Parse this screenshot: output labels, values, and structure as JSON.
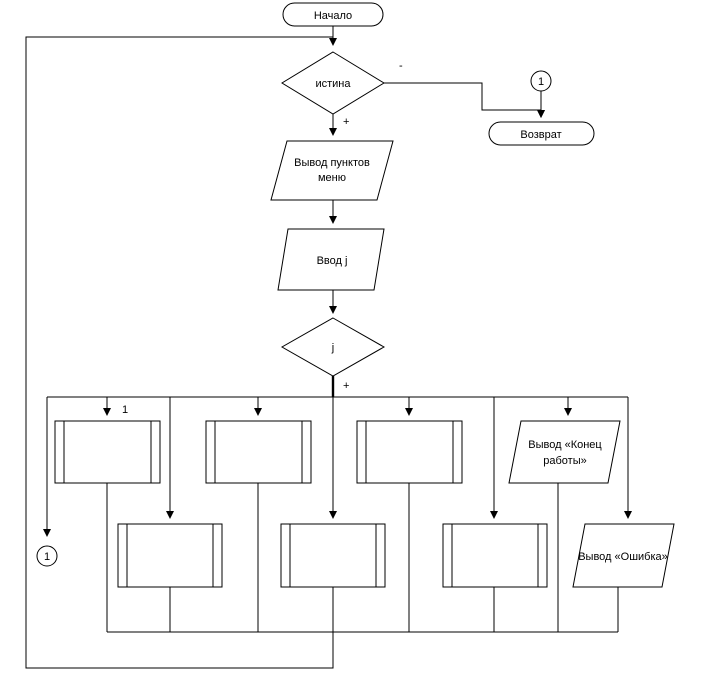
{
  "start": {
    "label": "Начало"
  },
  "condition": {
    "label": "истина",
    "yes": "+",
    "no": "-"
  },
  "menu_output": {
    "line1": "Вывод пунктов",
    "line2": "меню"
  },
  "input": {
    "label": "Ввод j"
  },
  "switch": {
    "label": "j",
    "plus": "+",
    "first_case": "1"
  },
  "end_output": {
    "line1": "Вывод «Конец",
    "line2": "работы»"
  },
  "error_output": {
    "label": "Вывод «Ошибка»"
  },
  "return": {
    "label": "Возврат"
  },
  "connectors": {
    "right": "1",
    "left": "1"
  }
}
